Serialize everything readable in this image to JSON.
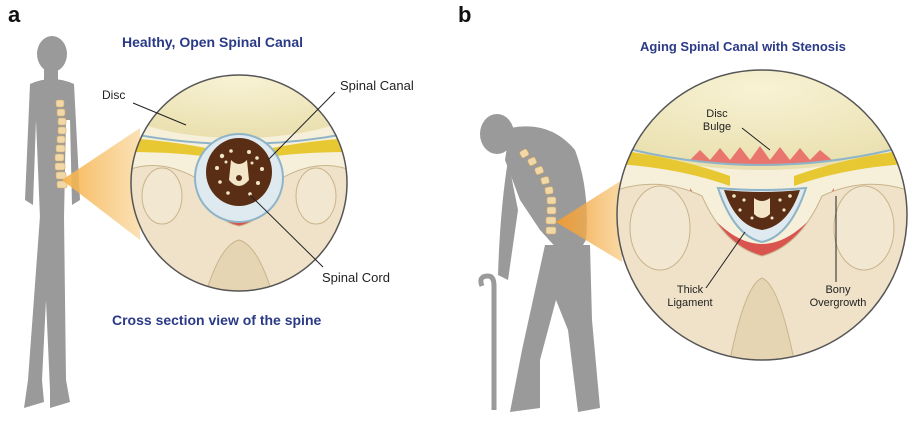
{
  "panel_a": {
    "letter": "a",
    "title": "Healthy, Open Spinal Canal",
    "caption": "Cross section view of the spine",
    "labels": {
      "disc": "Disc",
      "spinal_canal": "Spinal Canal",
      "spinal_cord": "Spinal Cord"
    }
  },
  "panel_b": {
    "letter": "b",
    "title": "Aging Spinal Canal with Stenosis",
    "labels": {
      "disc_bulge_line1": "Disc",
      "disc_bulge_line2": "Bulge",
      "thick_ligament_line1": "Thick",
      "thick_ligament_line2": "Ligament",
      "bony_overgrowth_line1": "Bony",
      "bony_overgrowth_line2": "Overgrowth"
    }
  },
  "colors": {
    "title_blue": "#2a3a86",
    "figure_gray": "#9a9a9a",
    "beam_orange": "#f29a2e",
    "disc_cream": "#f3ecc4",
    "ligament_yellow": "#e8c832",
    "ligament_red": "#d9534f",
    "cord_brown": "#5a2e14",
    "bone_beige": "#efe2c8"
  }
}
